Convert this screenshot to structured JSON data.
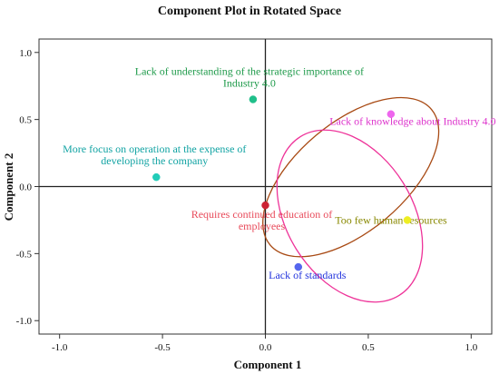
{
  "chart_data": {
    "type": "scatter",
    "title": "Component Plot in Rotated Space",
    "xlabel": "Component 1",
    "ylabel": "Component 2",
    "xlim": [
      -1.1,
      1.1
    ],
    "ylim": [
      -1.1,
      1.1
    ],
    "xticks": [
      -1.0,
      -0.5,
      0.0,
      0.5,
      1.0
    ],
    "xtick_labels": [
      "-1.0",
      "-0.5",
      "0.0",
      "0.5",
      "1.0"
    ],
    "yticks": [
      1.0,
      0.5,
      0.0,
      -0.5,
      -1.0
    ],
    "ytick_labels": [
      "1.0",
      "0.5",
      "0.0",
      "-0.5",
      "-1.0"
    ],
    "grid": false,
    "points": [
      {
        "label_lines": [
          "Lack of understanding of the strategic importance of",
          "Industry 4.0"
        ],
        "x": -0.06,
        "y": 0.65,
        "color": "#1fbf8a",
        "label_color": "#1e9a4a"
      },
      {
        "label_lines": [
          "Lack of knowledge about Industry 4.0"
        ],
        "x": 0.61,
        "y": 0.54,
        "color": "#ee66ee",
        "label_color": "#dd33cc"
      },
      {
        "label_lines": [
          "More focus on operation at the expense of",
          "developing the company"
        ],
        "x": -0.53,
        "y": 0.07,
        "color": "#22ccb8",
        "label_color": "#11a3a3"
      },
      {
        "label_lines": [
          "Requires continued education of",
          "employees"
        ],
        "x": 0.0,
        "y": -0.14,
        "color": "#cc2233",
        "label_color": "#e84a5a"
      },
      {
        "label_lines": [
          "Too few human resources"
        ],
        "x": 0.69,
        "y": -0.25,
        "color": "#eeee22",
        "label_color": "#888800"
      },
      {
        "label_lines": [
          "Lack of standards"
        ],
        "x": 0.16,
        "y": -0.6,
        "color": "#5566ee",
        "label_color": "#2233dd"
      }
    ],
    "ellipses": [
      {
        "cx": 0.415,
        "cy": 0.07,
        "rx": 0.62,
        "ry": 0.32,
        "angle_deg": -40,
        "color": "#a84a14"
      },
      {
        "cx": 0.41,
        "cy": -0.22,
        "rx": 0.55,
        "ry": 0.37,
        "angle_deg": 58,
        "color": "#ee3399"
      }
    ]
  }
}
